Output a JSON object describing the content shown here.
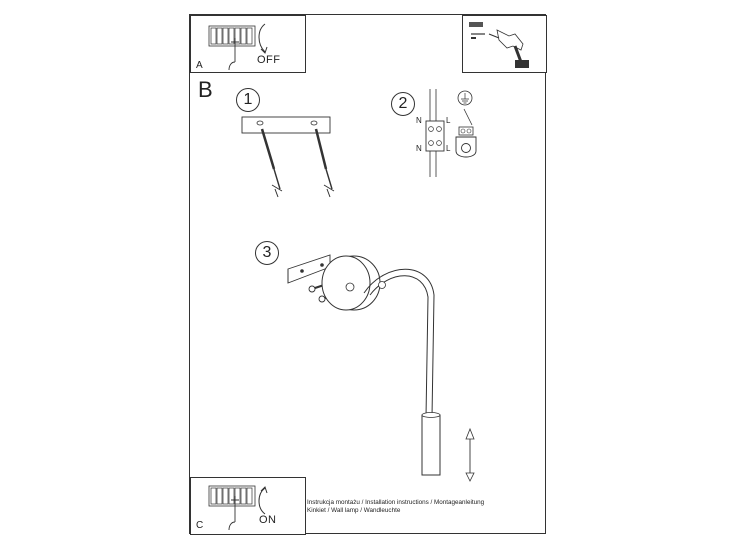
{
  "steps": {
    "a": {
      "label": "A",
      "action": "OFF"
    },
    "b": {
      "label": "B"
    },
    "c": {
      "label": "C",
      "action": "ON"
    }
  },
  "step_numbers": [
    "1",
    "2",
    "3"
  ],
  "wiring": {
    "n_top": "N",
    "l_top": "L",
    "n_bottom": "N",
    "l_bottom": "L"
  },
  "caption": {
    "line1": "Instrukcja montażu / Installation instructions / Montageanleitung",
    "line2": "Kinkiet  / Wall lamp / Wandleuchte"
  }
}
